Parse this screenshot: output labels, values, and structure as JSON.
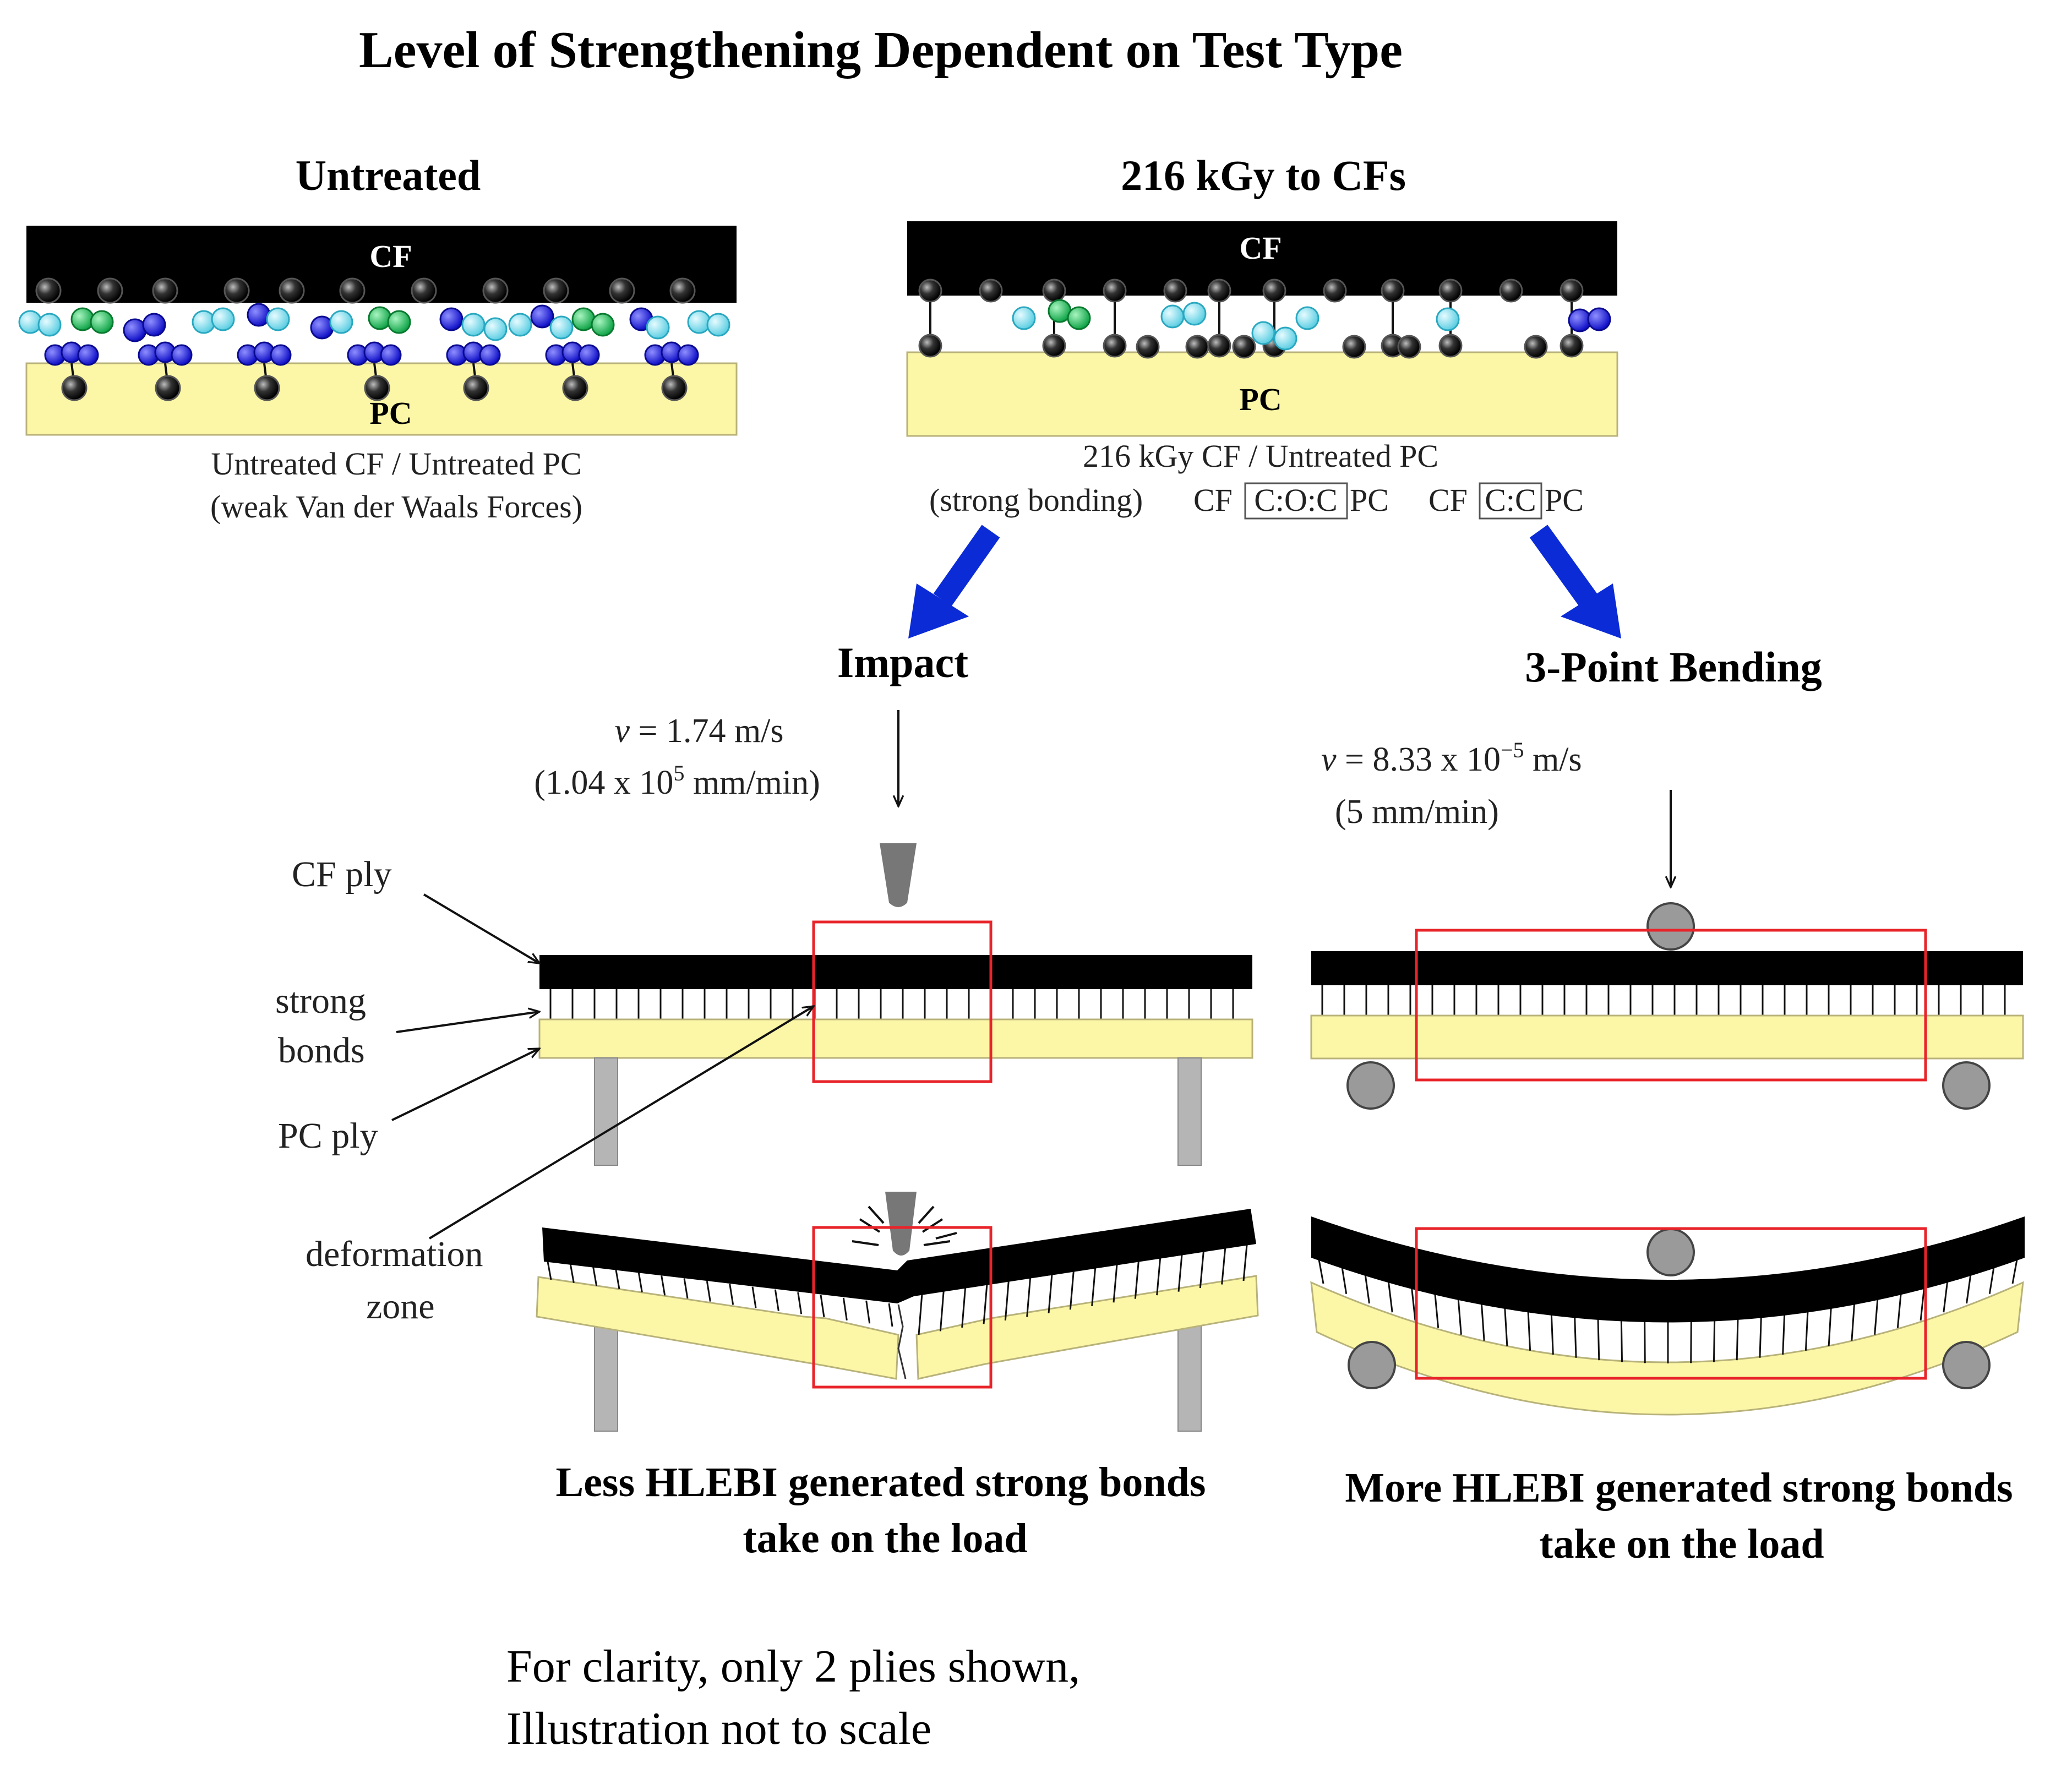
{
  "title": "Level of Strengthening Dependent on Test Type",
  "panels": {
    "untreated": {
      "heading": "Untreated",
      "cf_label": "CF",
      "pc_label": "PC",
      "caption_line1": "Untreated CF / Untreated PC",
      "caption_line2": "(weak Van der Waals Forces)"
    },
    "treated": {
      "heading": "216 kGy to CFs",
      "cf_label": "CF",
      "pc_label": "PC",
      "caption_line1": "216 kGy CF / Untreated PC",
      "caption_line2a": "(strong bonding)",
      "bond1_prefix": "CF",
      "bond1_box": "C:O:C",
      "bond1_suffix": "PC",
      "bond2_prefix": "CF",
      "bond2_box": "C:C",
      "bond2_suffix": "PC"
    }
  },
  "impact": {
    "heading": "Impact",
    "velocity_symbol": "v",
    "velocity_value": " = 1.74 m/s",
    "velocity_alt_pre": "(1.04 x 10",
    "velocity_alt_exp": "5",
    "velocity_alt_post": " mm/min)",
    "result_line1": "Less HLEBI generated strong bonds",
    "result_line2": "take on the load"
  },
  "bending": {
    "heading": "3-Point Bending",
    "velocity_symbol": "v",
    "velocity_value": " = 8.33 x 10",
    "velocity_exp": "−5",
    "velocity_unit": " m/s",
    "velocity_alt": "(5 mm/min)",
    "result_line1": "More HLEBI generated strong bonds",
    "result_line2": "take on the load"
  },
  "labels": {
    "cf_ply": "CF ply",
    "strong_bonds_1": "strong",
    "strong_bonds_2": "bonds",
    "pc_ply": "PC ply",
    "deformation_1": "deformation",
    "deformation_2": "zone"
  },
  "note": {
    "line1": "For clarity, only 2 plies shown,",
    "line2": "Illustration not to scale"
  },
  "colors": {
    "cf_black": "#000000",
    "pc_yellow": "#fbf7a6",
    "hydrogen_blue": "#1a1adb",
    "oxygen_cyan": "#8fe3f0",
    "nitrogen_green": "#22c55e",
    "arrow_blue": "#0a2bd6",
    "zone_red": "#e8242a",
    "support_gray": "#b5b5b5"
  }
}
